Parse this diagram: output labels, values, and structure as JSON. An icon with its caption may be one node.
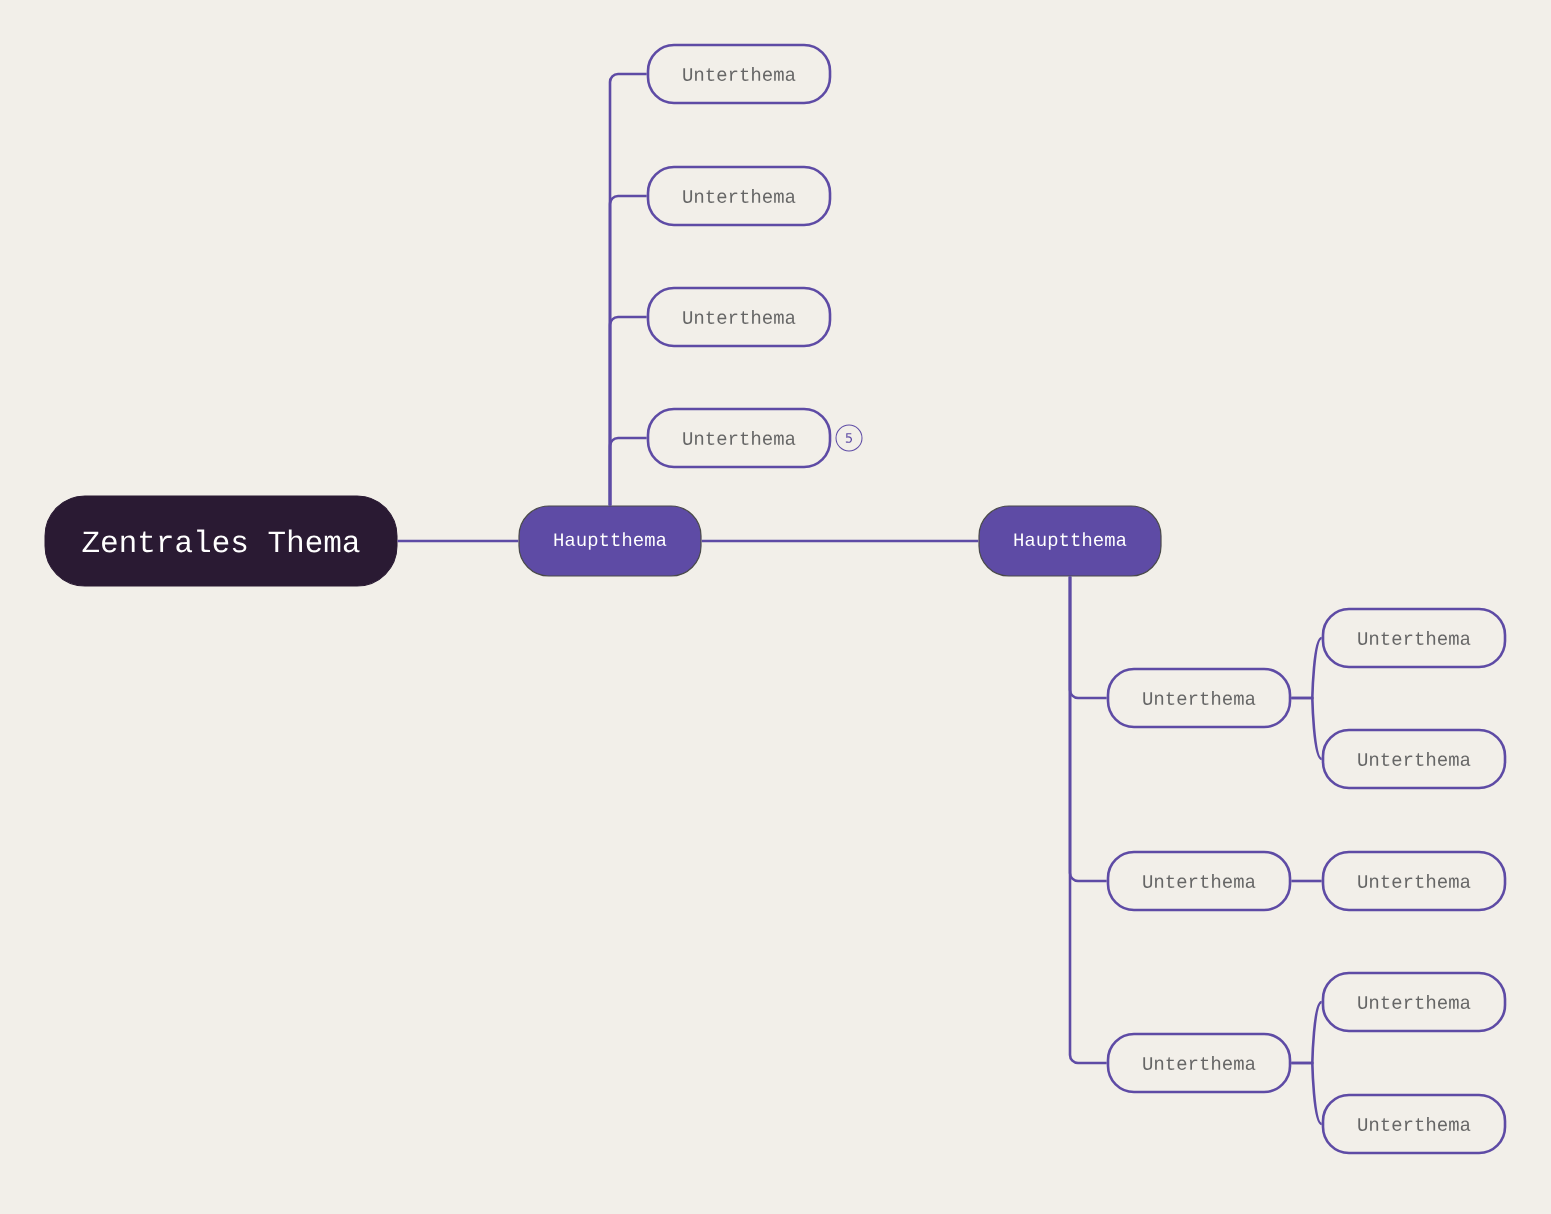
{
  "diagram": {
    "nodes": [
      {
        "text": [
          "Zentrales Thema"
        ]
      },
      {
        "text": [
          "Hauptthema"
        ]
      },
      {
        "text": [
          "Unterthema"
        ]
      },
      {
        "text": [
          "Unterthema"
        ]
      },
      {
        "text": [
          "Unterthema"
        ]
      },
      {
        "text": [
          "Unterthema"
        ],
        "beside": [
          "5"
        ]
      },
      {
        "text": [
          "Hauptthema"
        ]
      },
      {
        "text": [
          "Unterthema"
        ]
      },
      {
        "text": [
          "Unterthema"
        ]
      },
      {
        "text": [
          "Unterthema"
        ]
      },
      {
        "text": [
          "Unterthema"
        ]
      },
      {
        "text": [
          "Unterthema"
        ]
      },
      {
        "text": [
          "Unterthema"
        ]
      },
      {
        "text": [
          "Unterthema"
        ]
      },
      {
        "text": [
          "Unterthema"
        ]
      }
    ],
    "edges": [
      {
        "from": 0,
        "to": 1,
        "arrow": "none"
      },
      {
        "from": 1,
        "to": 2,
        "arrow": "none"
      },
      {
        "from": 1,
        "to": 3,
        "arrow": "none"
      },
      {
        "from": 1,
        "to": 4,
        "arrow": "none"
      },
      {
        "from": 1,
        "to": 5,
        "arrow": "none"
      },
      {
        "from": 1,
        "to": 6,
        "arrow": "none"
      },
      {
        "from": 6,
        "to": 7,
        "arrow": "none"
      },
      {
        "from": 7,
        "to": 8,
        "arrow": "none"
      },
      {
        "from": 7,
        "to": 9,
        "arrow": "none"
      },
      {
        "from": 6,
        "to": 10,
        "arrow": "none"
      },
      {
        "from": 10,
        "to": 11,
        "arrow": "none"
      },
      {
        "from": 6,
        "to": 12,
        "arrow": "none"
      },
      {
        "from": 12,
        "to": 13,
        "arrow": "none"
      },
      {
        "from": 12,
        "to": 14,
        "arrow": "none"
      }
    ]
  }
}
